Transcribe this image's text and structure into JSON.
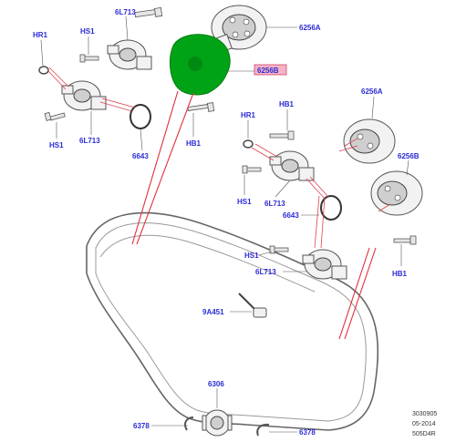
{
  "callouts": {
    "hr1_top": "HR1",
    "hs1_top": "HS1",
    "l6713_top": "6L713",
    "a6256_top": "6256A",
    "b6256_highlight": "6256B",
    "l6713_left": "6L713",
    "hs1_left": "HS1",
    "c6643_left": "6643",
    "hb1_mid": "HB1",
    "hr1_right": "HR1",
    "hb1_right_top": "HB1",
    "a6256_right": "6256A",
    "b6256_right": "6256B",
    "hs1_right": "HS1",
    "l6713_right": "6L713",
    "c6643_right": "6643",
    "hs1_lower": "HS1",
    "l6713_lower": "6L713",
    "hb1_lower": "HB1",
    "a9451": "9A451",
    "n6306": "6306",
    "n6378_left": "6378",
    "n6378_right": "6378"
  },
  "footer": {
    "code": "3030905",
    "date": "05-2014",
    "ref": "505D4R"
  },
  "colors": {
    "callout": "#2b2bd6",
    "leader": "#e0303a",
    "highlight_fill": "#00a316",
    "highlight_box": "#f6b3c4"
  }
}
